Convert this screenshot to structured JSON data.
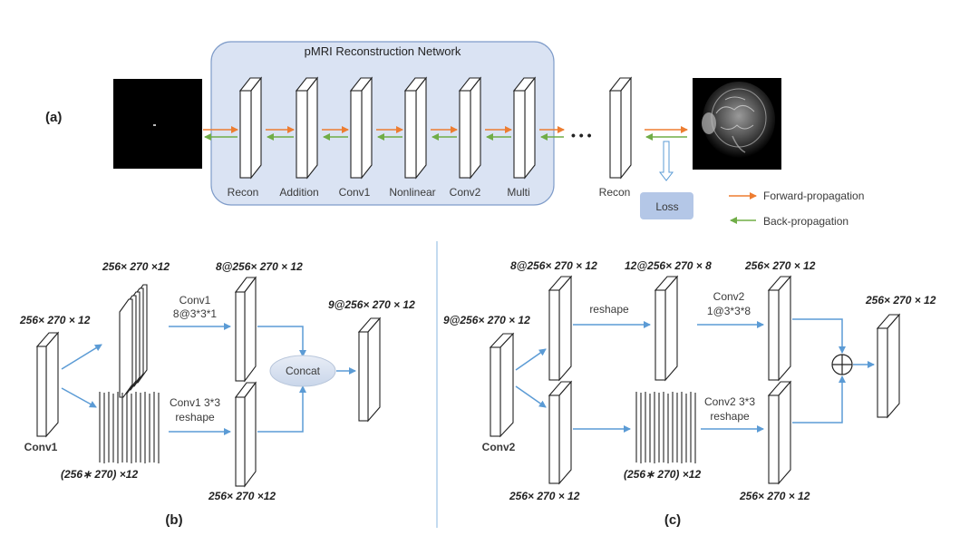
{
  "panel_a": {
    "label": "(a)",
    "network_title": "pMRI Reconstruction Network",
    "layers": [
      "Recon",
      "Addition",
      "Conv1",
      "Nonlinear",
      "Conv2",
      "Multi"
    ],
    "ellipsis": "• • •",
    "output_layer": "Recon",
    "loss": "Loss",
    "legend": {
      "forward": "Forward-propagation",
      "backward": "Back-propagation"
    },
    "colors": {
      "forward": "#ed7d31",
      "backward": "#70ad47",
      "box": "#dae3f3",
      "box_border": "#7f9cc9",
      "flow": "#5b9bd5"
    }
  },
  "panel_b": {
    "label": "(b)",
    "input_dim": "256× 270 × 12",
    "input_name": "Conv1",
    "stack_dim": "256× 270 ×12",
    "lines_dim": "(256∗ 270) ×12",
    "top_op": "Conv1",
    "top_op_sub": "8@3*3*1",
    "bottom_op": "Conv1  3*3",
    "bottom_op_sub": "reshape",
    "top_out_dim": "8@256× 270 × 12",
    "bottom_out_dim": "256× 270 ×12",
    "concat": "Concat",
    "final_dim": "9@256× 270 × 12"
  },
  "panel_c": {
    "label": "(c)",
    "input_dim": "9@256× 270 × 12",
    "input_name": "Conv2",
    "top_dim": "8@256× 270 × 12",
    "reshape": "reshape",
    "reshaped_dim": "12@256× 270 × 8",
    "top_op": "Conv2",
    "top_op_sub": "1@3*3*8",
    "top_out_dim": "256× 270 × 12",
    "bottom_dim": "256× 270 × 12",
    "lines_dim": "(256∗ 270) ×12",
    "bottom_op": "Conv2  3*3",
    "bottom_op_sub": "reshape",
    "bottom_out_dim": "256× 270 × 12",
    "sum_symbol": "⊕",
    "final_dim": "256× 270 × 12"
  }
}
